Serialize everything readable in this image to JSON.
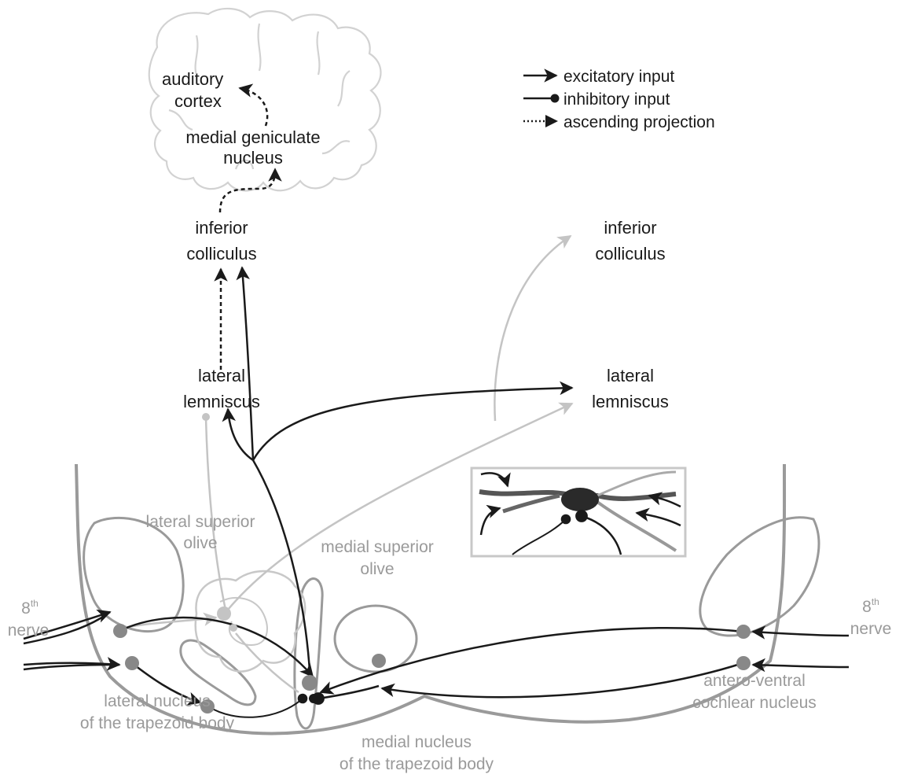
{
  "labels": {
    "auditory_cortex": [
      "auditory",
      "cortex"
    ],
    "medial_geniculate": [
      "medial geniculate",
      "nucleus"
    ],
    "ic_left": [
      "inferior",
      "colliculus"
    ],
    "ic_right": [
      "inferior",
      "colliculus"
    ],
    "ll_left": [
      "lateral",
      "lemniscus"
    ],
    "ll_right": [
      "lateral",
      "lemniscus"
    ],
    "lso": [
      "lateral superior",
      "olive"
    ],
    "mso": [
      "medial superior",
      "olive"
    ],
    "nerve_left": {
      "num": "8",
      "sup": "th",
      "word": "nerve"
    },
    "nerve_right": {
      "num": "8",
      "sup": "th",
      "word": "nerve"
    },
    "lntb": [
      "lateral nucleus",
      "of the trapezoid body"
    ],
    "mntb": [
      "medial nucleus",
      "of the trapezoid body"
    ],
    "avcn": [
      "antero-ventral",
      "cochlear nucleus"
    ]
  },
  "legend": [
    {
      "style": "excitatory",
      "label": "excitatory input"
    },
    {
      "style": "inhibitory",
      "label": "inhibitory input"
    },
    {
      "style": "ascending",
      "label": "ascending projection"
    }
  ],
  "colors": {
    "dark": "#1a1a1a",
    "grey_structure": "#9a9a9a",
    "light_structure": "#c8c8c8",
    "brain_outline": "#d2d2d2",
    "cell_dark": "#888888",
    "cell_light": "#c4c4c4"
  }
}
